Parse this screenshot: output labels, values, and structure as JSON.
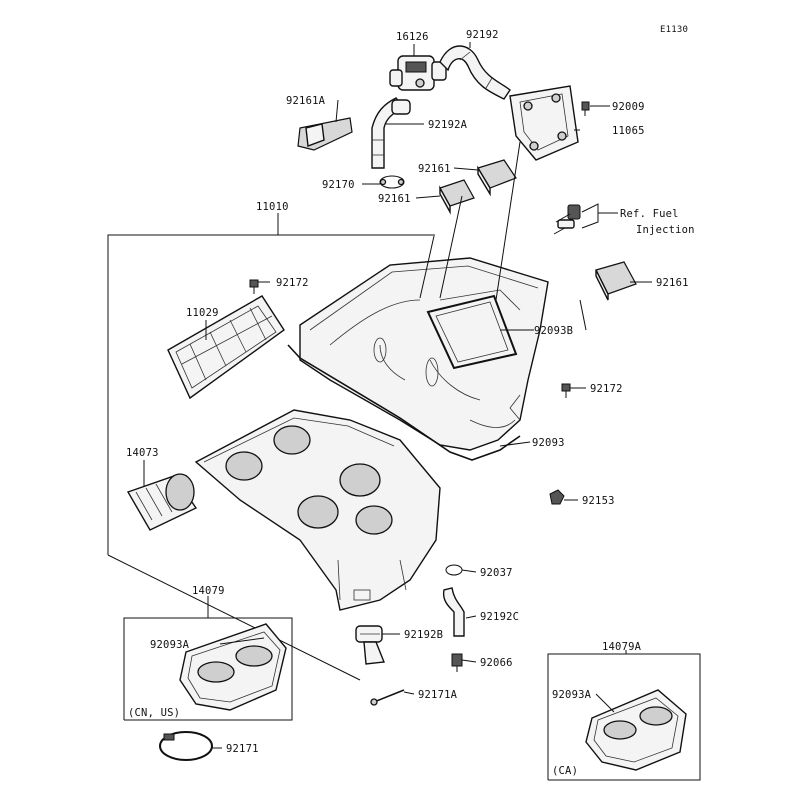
{
  "diagram_code": "E1130",
  "parts": {
    "p16126": "16126",
    "p92192": "92192",
    "p92161A": "92161A",
    "p92192A": "92192A",
    "p92009": "92009",
    "p11065": "11065",
    "p92161_a": "92161",
    "p92170": "92170",
    "p92161_b": "92161",
    "p11010": "11010",
    "p92161_c": "92161",
    "p92172_a": "92172",
    "p11029": "11029",
    "p92093B": "92093B",
    "p92172_b": "92172",
    "p14073": "14073",
    "p92093": "92093",
    "p92153": "92153",
    "p92037": "92037",
    "p14079": "14079",
    "p92192C": "92192C",
    "p92093A_a": "92093A",
    "p92192B": "92192B",
    "p14079A": "14079A",
    "p92066": "92066",
    "p92171A": "92171A",
    "p92093A_b": "92093A",
    "p92171": "92171"
  },
  "notes": {
    "ref_line1": "Ref. Fuel",
    "ref_line2": "Injection",
    "cn_us": "(CN, US)",
    "ca": "(CA)"
  }
}
